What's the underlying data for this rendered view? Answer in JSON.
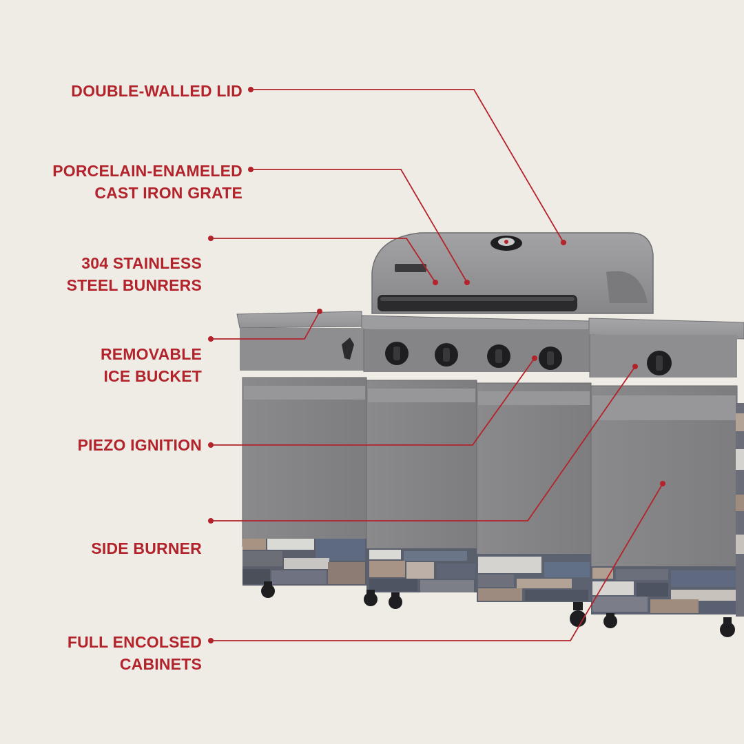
{
  "callouts": [
    {
      "id": "double-walled-lid",
      "lines": [
        "DOUBLE-WALLED LID"
      ]
    },
    {
      "id": "grate",
      "lines": [
        "PORCELAIN-ENAMELED",
        "CAST IRON GRATE"
      ]
    },
    {
      "id": "burners",
      "lines": [
        "304 STAINLESS",
        "STEEL BUNRERS"
      ]
    },
    {
      "id": "ice-bucket",
      "lines": [
        "REMOVABLE",
        "ICE BUCKET"
      ]
    },
    {
      "id": "ignition",
      "lines": [
        "PIEZO IGNITION"
      ]
    },
    {
      "id": "side-burner",
      "lines": [
        "SIDE BURNER"
      ]
    },
    {
      "id": "cabinets",
      "lines": [
        "FULL ENCOLSED",
        "CABINETS"
      ]
    }
  ],
  "colors": {
    "background": "#efebe5",
    "accent": "#b3232b",
    "steel": "#8c8c8e",
    "steel_dark": "#6f6f72",
    "knob": "#1e1e20"
  }
}
